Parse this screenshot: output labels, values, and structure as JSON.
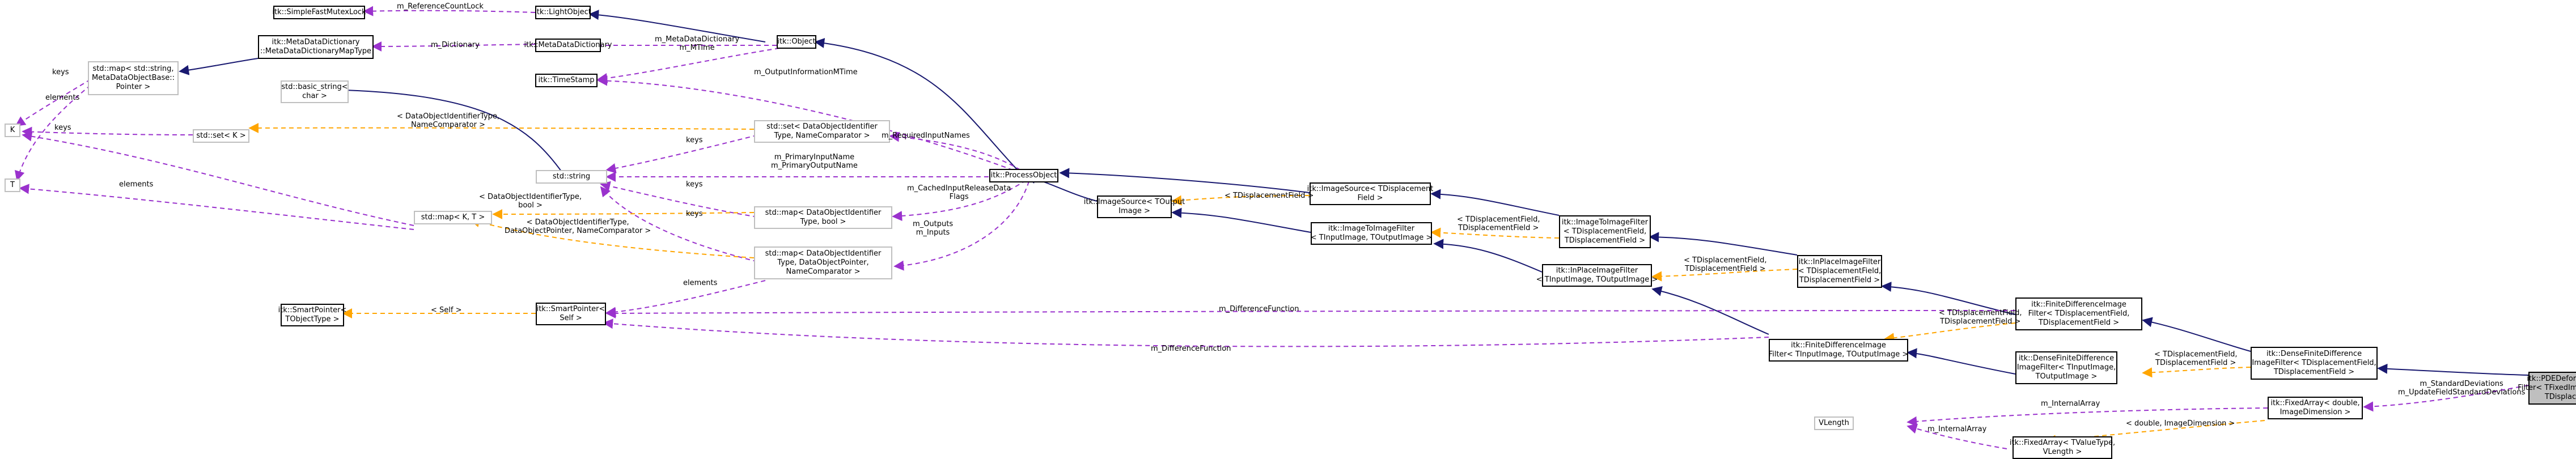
{
  "nodes": {
    "simple_fast_mutex_lock": [
      "itk::SimpleFastMutexLock"
    ],
    "light_object": [
      "itk::LightObject"
    ],
    "object": [
      "itk::Object"
    ],
    "meta_data_dictionary": [
      "itk::MetaDataDictionary"
    ],
    "std_map_meta": [
      "std::map< std::string,",
      "MetaDataObjectBase::",
      "Pointer >"
    ],
    "itk_meta_data_dictionary_map_type": [
      "itk::MetaDataDictionary",
      "::MetaDataDictionaryMapType"
    ],
    "time_stamp": [
      "itk::TimeStamp"
    ],
    "k": [
      "K"
    ],
    "t": [
      "T"
    ],
    "basic_string": [
      "std::basic_string<",
      "char >"
    ],
    "std_set_k": [
      "std::set< K >"
    ],
    "std_string": [
      "std::string"
    ],
    "std_set_doi": [
      "std::set< DataObjectIdentifier",
      "Type, NameComparator >"
    ],
    "std_map_kt": [
      "std::map< K, T >"
    ],
    "std_map_doi_bool": [
      "std::map< DataObjectIdentifier",
      "Type, bool >"
    ],
    "std_map_doi_ptr": [
      "std::map< DataObjectIdentifier",
      "Type, DataObjectPointer,",
      "NameComparator >"
    ],
    "process_object": [
      "itk::ProcessObject"
    ],
    "smart_pointer_tobject": [
      "itk::SmartPointer<",
      "TObjectType >"
    ],
    "smart_pointer_self": [
      "itk::SmartPointer<",
      "Self >"
    ],
    "image_source_toutput": [
      "itk::ImageSource< TOutput",
      "Image >"
    ],
    "image_source_tdisp": [
      "itk::ImageSource< TDisplacement",
      "Field >"
    ],
    "image_to_image_filter_in_out": [
      "itk::ImageToImageFilter",
      "< TInputImage, TOutputImage >"
    ],
    "image_to_image_filter_disp": [
      "itk::ImageToImageFilter",
      "< TDisplacementField,",
      "TDisplacementField >"
    ],
    "in_place_in_out": [
      "itk::InPlaceImageFilter",
      "< TInputImage, TOutputImage >"
    ],
    "in_place_disp": [
      "itk::InPlaceImageFilter",
      "< TDisplacementField,",
      "TDisplacementField >"
    ],
    "finite_difference_in_out": [
      "itk::FiniteDifferenceImage",
      "Filter< TInputImage, TOutputImage >"
    ],
    "finite_difference_disp": [
      "itk::FiniteDifferenceImage",
      "Filter< TDisplacementField,",
      "TDisplacementField >"
    ],
    "dense_fd_in_out": [
      "itk::DenseFiniteDifference",
      "ImageFilter< TInputImage,",
      "TOutputImage >"
    ],
    "dense_fd_disp": [
      "itk::DenseFiniteDifference",
      "ImageFilter< TDisplacementField,",
      "TDisplacementField >"
    ],
    "pde_registration": [
      "itk::PDEDeformableRegistration",
      "Filter< TFixedImage, TMovingImage,",
      "TDisplacementField >"
    ],
    "vlength": [
      "VLength"
    ],
    "fixed_array_double": [
      "itk::FixedArray< double,",
      "ImageDimension >"
    ],
    "fixed_array_tvalue": [
      "itk::FixedArray< TValueType,",
      "VLength >"
    ]
  },
  "edge_labels": {
    "reference_count_lock": [
      "m_ReferenceCountLock"
    ],
    "dictionary": [
      "m_Dictionary"
    ],
    "meta_data_dictionary_mtime": [
      "m_MetaDataDictionary",
      "m_MTime"
    ],
    "keys_1": [
      "keys"
    ],
    "elements_1": [
      "elements"
    ],
    "output_information_mtime": [
      "m_OutputInformationMTime"
    ],
    "keys_2": [
      "keys"
    ],
    "doi_namecomparator": [
      "< DataObjectIdentifierType,",
      "NameComparator >"
    ],
    "keys_3": [
      "keys"
    ],
    "required_input_names": [
      "m_RequiredInputNames"
    ],
    "primary_names": [
      "m_PrimaryInputName",
      "m_PrimaryOutputName"
    ],
    "elements_2": [
      "elements"
    ],
    "cached_input_release": [
      "m_CachedInputReleaseData",
      "Flags"
    ],
    "keys_4": [
      "keys"
    ],
    "doi_bool": [
      "< DataObjectIdentifierType,",
      "bool >"
    ],
    "keys_5": [
      "keys"
    ],
    "outputs_inputs": [
      "m_Outputs",
      "m_Inputs"
    ],
    "doi_ptr_namecomparator": [
      "< DataObjectIdentifierType,",
      "DataObjectPointer, NameComparator >"
    ],
    "elements_3": [
      "elements"
    ],
    "self": [
      "< Self >"
    ],
    "difference_function_1": [
      "m_DifferenceFunction"
    ],
    "difference_function_2": [
      "m_DifferenceFunction"
    ],
    "tdisp_1": [
      "< TDisplacementField >"
    ],
    "tdisp_tdisp_1": [
      "< TDisplacementField,",
      "TDisplacementField >"
    ],
    "tdisp_tdisp_2": [
      "< TDisplacementField,",
      "TDisplacementField >"
    ],
    "tdisp_tdisp_3": [
      "< TDisplacementField,",
      "TDisplacementField >"
    ],
    "tdisp_tdisp_4": [
      "< TDisplacementField,",
      "TDisplacementField >"
    ],
    "standard_deviations": [
      "m_StandardDeviations",
      "m_UpdateFieldStandardDeviations"
    ],
    "internal_array_1": [
      "m_InternalArray"
    ],
    "internal_array_2": [
      "m_InternalArray"
    ],
    "double_image_dimension": [
      "< double, ImageDimension >"
    ]
  },
  "colors": {
    "inheritance": "#191970",
    "usage": "#9a32cd",
    "template": "#ffa500",
    "node_border": "#000000",
    "node_border_undocumented": "#bfbfbf",
    "root_fill": "#bfbfbf"
  }
}
